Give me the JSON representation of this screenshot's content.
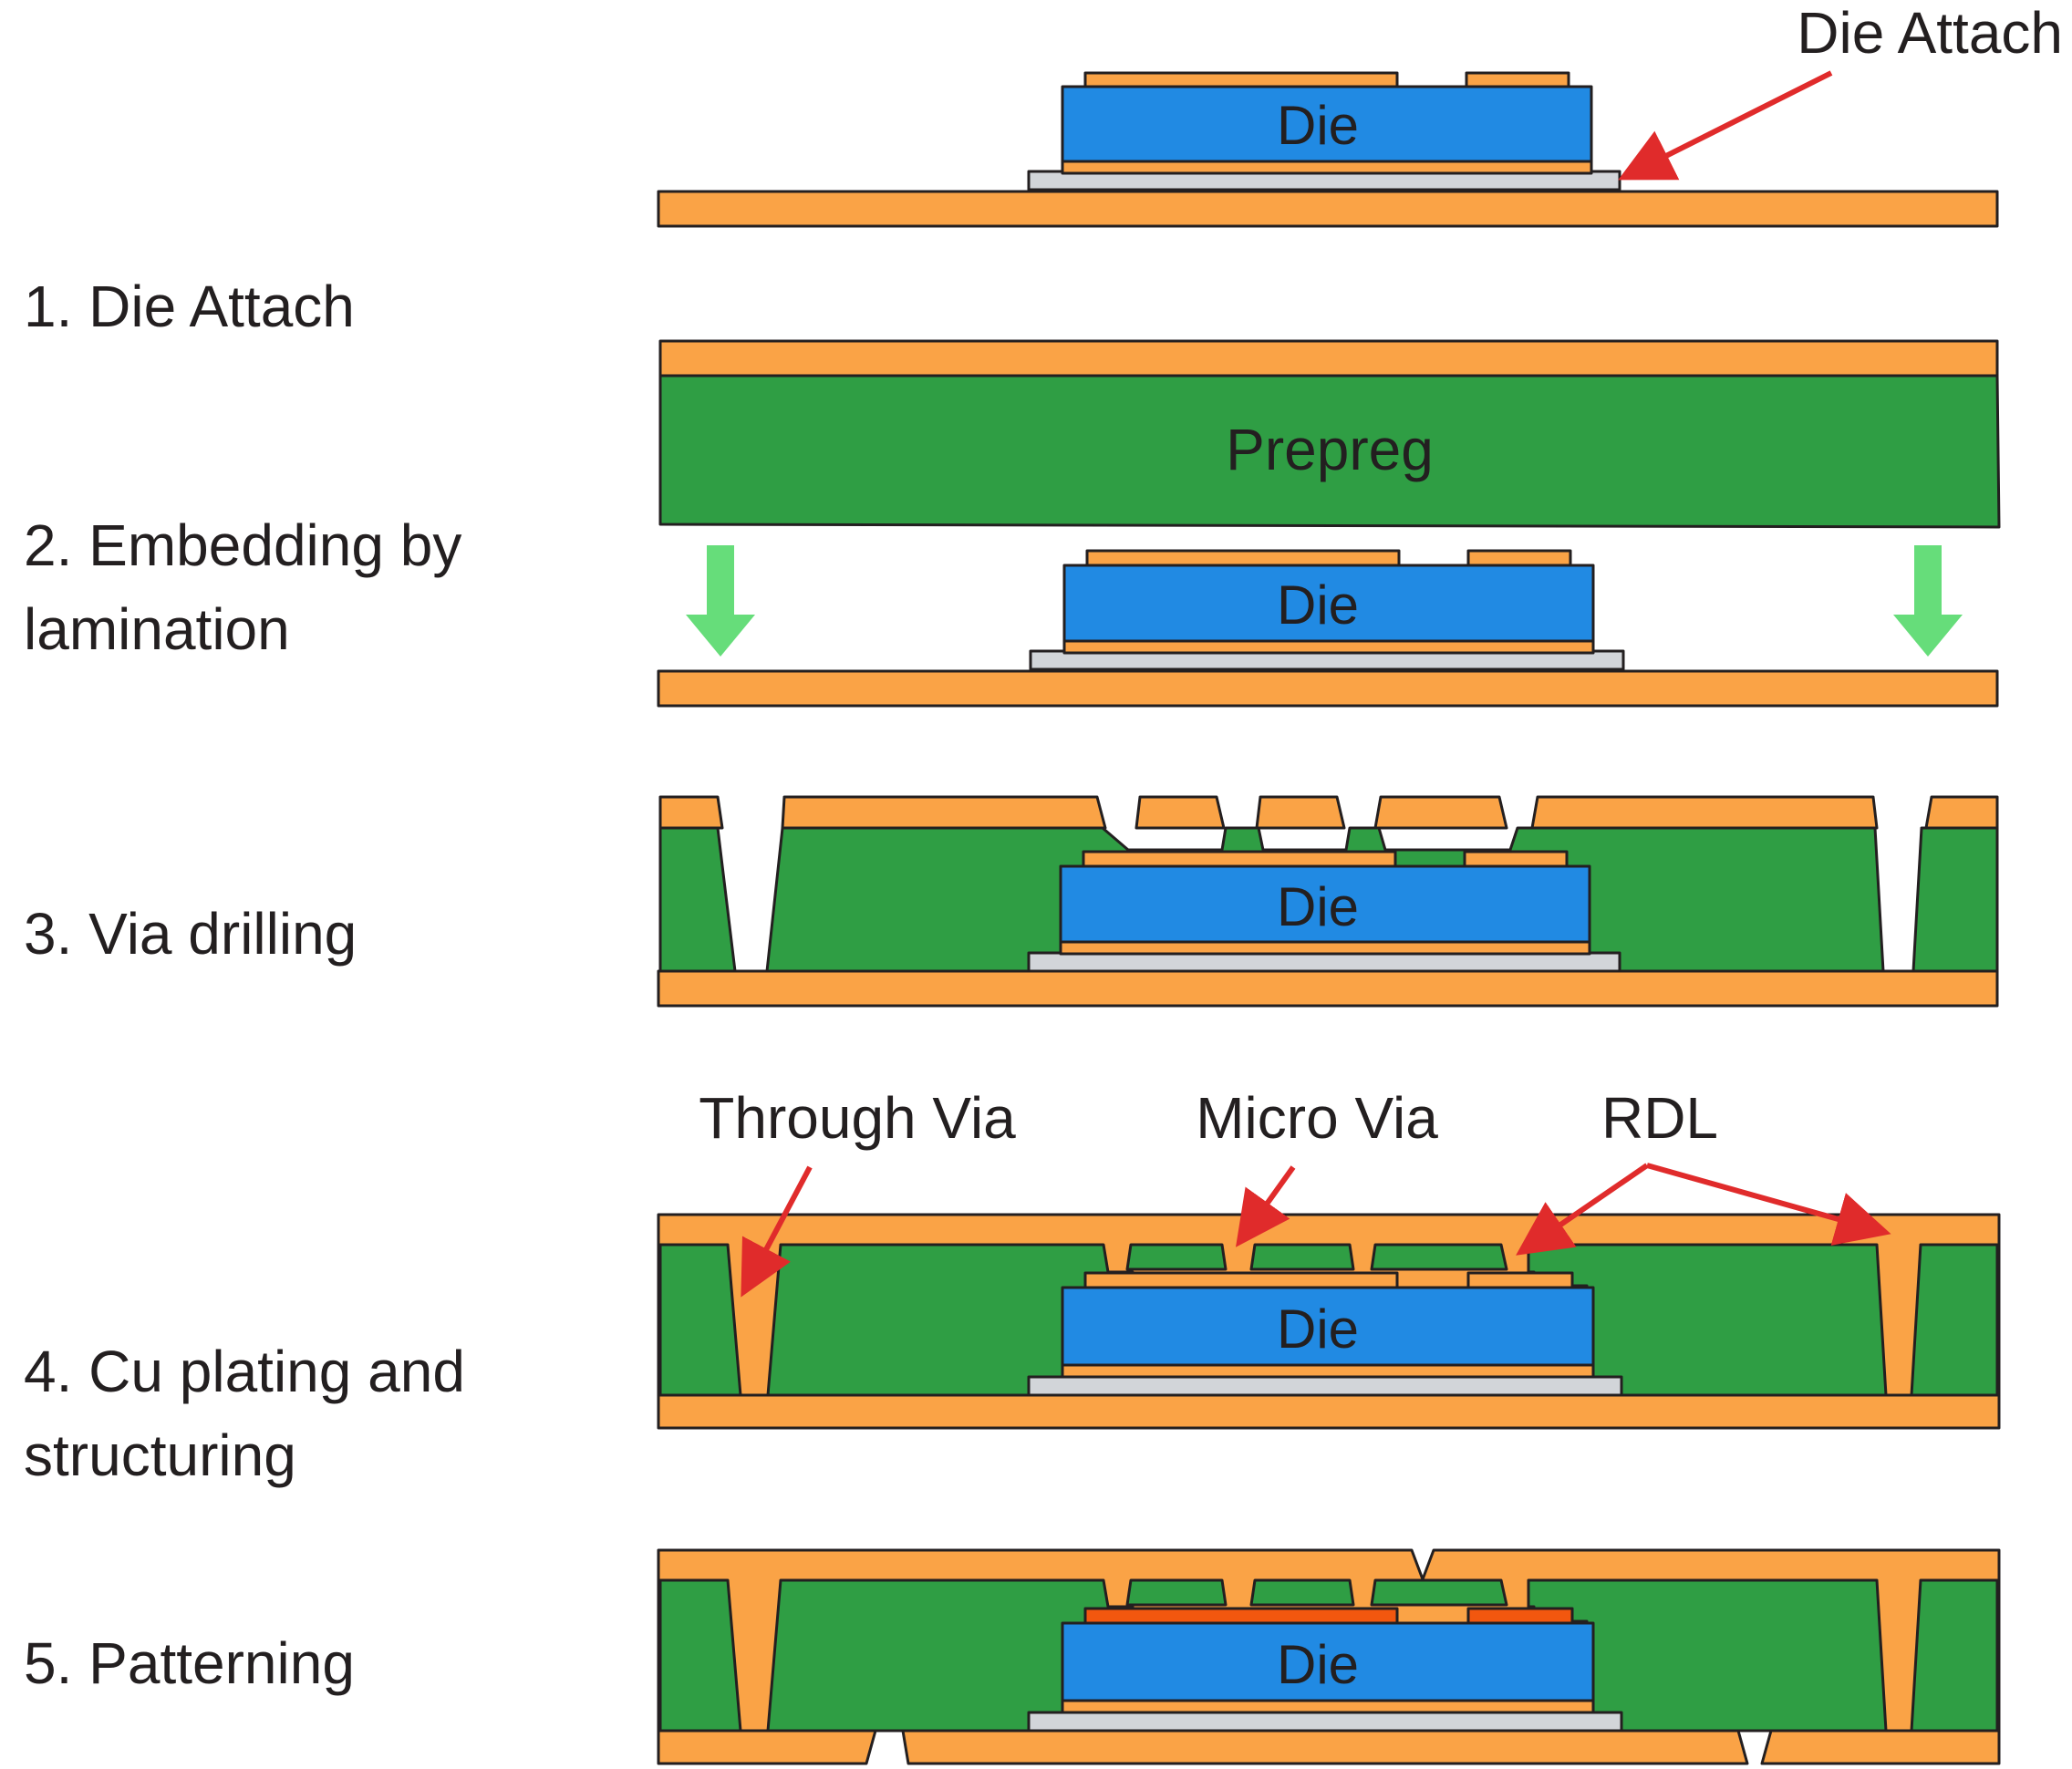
{
  "steps": [
    {
      "label": "1. Die Attach"
    },
    {
      "label": "2. Embedding by lamination"
    },
    {
      "label": "3. Via drilling"
    },
    {
      "label": "4. Cu plating and structuring"
    },
    {
      "label": "5. Patterning"
    }
  ],
  "labels": {
    "die": "Die",
    "prepreg": "Prepreg",
    "die_attach": "Die Attach",
    "through_via": "Through Via",
    "micro_via": "Micro Via",
    "rdl": "RDL"
  },
  "colors": {
    "copper": "#faa346",
    "prepreg": "#2f9e44",
    "die": "#218ae3",
    "die_attach": "#d2d5d9",
    "patterned_cu": "#f2570f",
    "annotation_arrow": "#e02b2b",
    "lamination_arrow": "#66dd7a",
    "outline": "#231f20"
  }
}
